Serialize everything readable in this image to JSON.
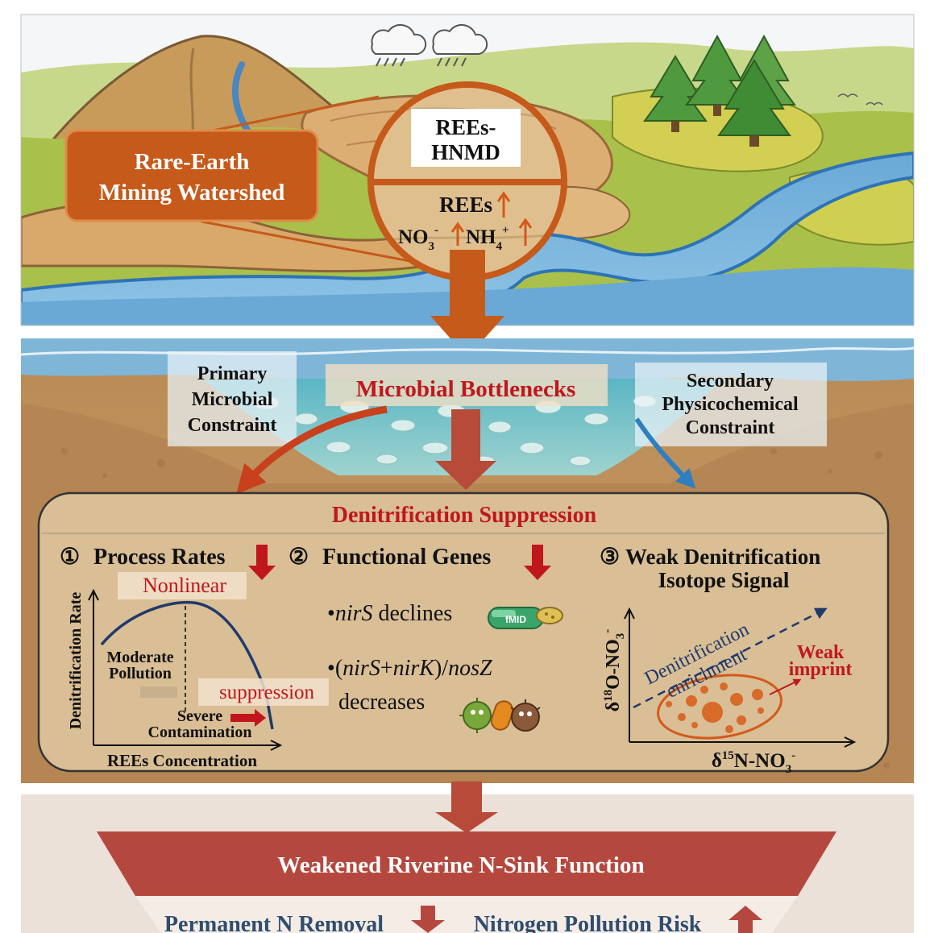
{
  "top_panel": {
    "callout_line1": "Rare-Earth",
    "callout_line2": "Mining Watershed",
    "lens_title_line1": "REEs-",
    "lens_title_line2": "HNMD",
    "lens_rees": "REEs",
    "lens_no3": "NO",
    "lens_no3_sub": "3",
    "lens_no3_sup": "-",
    "lens_nh4": "NH",
    "lens_nh4_sub": "4",
    "lens_nh4_sup": "+"
  },
  "middle_panel": {
    "bottleneck_title": "Microbial Bottlenecks",
    "left_constraint": [
      "Primary",
      "Microbial",
      "Constraint"
    ],
    "right_constraint": [
      "Secondary",
      "Physicochemical",
      "Constraint"
    ]
  },
  "suppression_box": {
    "title": "Denitrification Suppression",
    "section1": {
      "number": "①",
      "title": "Process Rates",
      "nonlinear": "Nonlinear",
      "y_axis_label": "Denitrification Rate",
      "x_axis_label": "REEs Concentration",
      "moderate_line1": "Moderate",
      "moderate_line2": "Pollution",
      "suppression": "suppression",
      "severe_line1": "Severe",
      "severe_line2": "Contamination"
    },
    "section2": {
      "number": "②",
      "title": "Functional Genes",
      "item1_gene": "nirS",
      "item1_text": " declines",
      "item2_open": "(",
      "item2_gene1": "nirS",
      "item2_plus": "+",
      "item2_gene2": "nirK",
      "item2_slash": ")/",
      "item2_gene3": "nosZ",
      "item2_line2": "decreases",
      "pill_text": "fMID"
    },
    "section3": {
      "number": "③",
      "title_line1": "Weak Denitrification",
      "title_line2": "Isotope Signal",
      "diag_line1": "Denitrification",
      "diag_line2": "enrichment",
      "weak_line1": "Weak",
      "weak_line2": "imprint",
      "y_axis": "δ",
      "y_axis_sup": "18",
      "y_axis_mid": "O-NO",
      "y_axis_sub": "3",
      "y_axis_sup2": "-",
      "x_axis": "δ",
      "x_axis_sup": "15",
      "x_axis_mid": "N-NO",
      "x_axis_sub": "3",
      "x_axis_sup2": "-"
    }
  },
  "bottom_panel": {
    "funnel_title": "Weakened Riverine N-Sink Function",
    "outcome_left": "Permanent N Removal",
    "outcome_right": "Nitrogen Pollution Risk"
  },
  "colors": {
    "orange": "#c55a1a",
    "dark_red": "#c0171c",
    "arrow_red": "#b84a3a",
    "navy": "#2f4d6e",
    "funnel": "#b5483e",
    "plot_blue": "#1f3a6b"
  }
}
